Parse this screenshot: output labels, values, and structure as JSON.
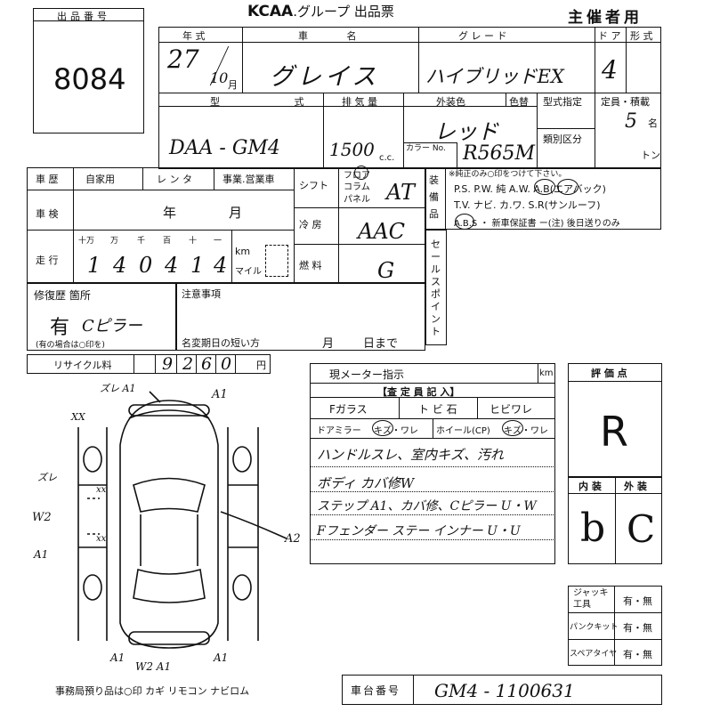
{
  "header": {
    "lot_label": "出品番号",
    "lot_number": "8084",
    "org_title": "KCAA",
    "org_subtitle": ".グループ 出品票",
    "host_label": "主催者用"
  },
  "vehicle_info": {
    "year_label": "年 式",
    "model_label": "車 名",
    "grade_label": "グ レ ー ド",
    "doors_label": "ド ア",
    "shape_label": "形 式",
    "year_value": "27",
    "month_value": "10",
    "month_unit": "月",
    "model_value": "グレイス",
    "grade_value": "ハイブリッドEX",
    "doors_value": "4",
    "type_label": "型 式",
    "type_value": "DAA - GM4",
    "displacement_label": "排 気 量",
    "displacement_value": "1500",
    "displacement_unit": "c.c.",
    "exterior_color_label": "外装色",
    "color_label": "色替",
    "color_value": "レッド",
    "color_no_label": "カラー No.",
    "color_no_value": "R565M",
    "type_designation_label": "型式指定",
    "category_label": "類別区分",
    "capacity_label": "定員・積載",
    "capacity_value": "5",
    "capacity_unit": "名",
    "load_unit": "トン"
  },
  "history": {
    "history_label": "車 歴",
    "private_label": "自家用",
    "rental_label": "レ ン タ",
    "commercial_label": "事業.営業車",
    "inspection_label": "車 検",
    "year_unit": "年",
    "month_unit": "月",
    "mileage_label": "走 行",
    "digit_labels": [
      "十万",
      "万",
      "千",
      "百",
      "十",
      "一"
    ],
    "mileage_digits": [
      "1",
      "4",
      "0",
      "4",
      "1",
      "4"
    ],
    "km_label": "km",
    "mile_label": "マイル",
    "shift_label": "シフト",
    "shift_options": [
      "フロア",
      "コラム",
      "パネル"
    ],
    "shift_value": "AT",
    "ac_label": "冷 房",
    "ac_value": "AAC",
    "fuel_label": "燃 料",
    "fuel_value": "G"
  },
  "equipment": {
    "label": "装備品",
    "note": "※純正のみ○印をつけて下さい。",
    "line1": "P.S. P.W. 純 A.W. A.B(エアバック)",
    "line2": "T.V. ナビ. カ.ワ. S.R(サンルーフ)",
    "line3": "A.B.S ・ 新車保証書 ー(注) 後日送りのみ",
    "sale_point_label": "セールスポイント"
  },
  "repair": {
    "label": "修復歴 箇所",
    "value": "有",
    "value_note": "Cピラー",
    "hint": "(有の場合は○印を)",
    "notes_label": "注意事項",
    "deadline_label": "名変期日の短い方",
    "month_unit": "月",
    "day_unit": "日まで"
  },
  "recycle": {
    "label": "リサイクル料",
    "digits": [
      "9",
      "2",
      "6",
      "0"
    ],
    "unit": "円"
  },
  "inspection": {
    "meter_label": "現メーター指示",
    "meter_unit": "km",
    "inspector_label": "【査 定 員 記 入】",
    "glass_label": "Fガラス",
    "chip_label": "ト ビ 石",
    "crack_label": "ヒビワレ",
    "mirror_label": "ドアミラー",
    "mirror_options": "キズ・ワレ",
    "wheel_label": "ホイール(CP)",
    "wheel_options": "キズ・ワレ",
    "remarks": [
      "ハンドルスレ、室内キズ、汚れ",
      "ボディ カバ修W",
      "ステップ A1、カバ修、Cピラー U・W",
      "Fフェンダー ステー インナー U・U"
    ]
  },
  "rating": {
    "label": "評 価 点",
    "value": "R",
    "interior_label": "内 装",
    "exterior_label": "外 装",
    "interior_value": "b",
    "exterior_value": "C"
  },
  "tools": {
    "jack_label": "ジャッキ工具",
    "puncture_label": "パンクキット",
    "spare_label": "スペアタイヤ",
    "choice": "有・無"
  },
  "diagram": {
    "marks": [
      "ズレ A1",
      "A1",
      "XX",
      "ズレ",
      "W2",
      "A1",
      "A2",
      "A1",
      "W2 A1",
      "A1",
      "xx",
      "xx"
    ]
  },
  "footer": {
    "office_note": "事務局預り品は○印  カギ リモコン ナビロム",
    "chassis_label": "車台番号",
    "chassis_value": "GM4 - 1100631"
  }
}
